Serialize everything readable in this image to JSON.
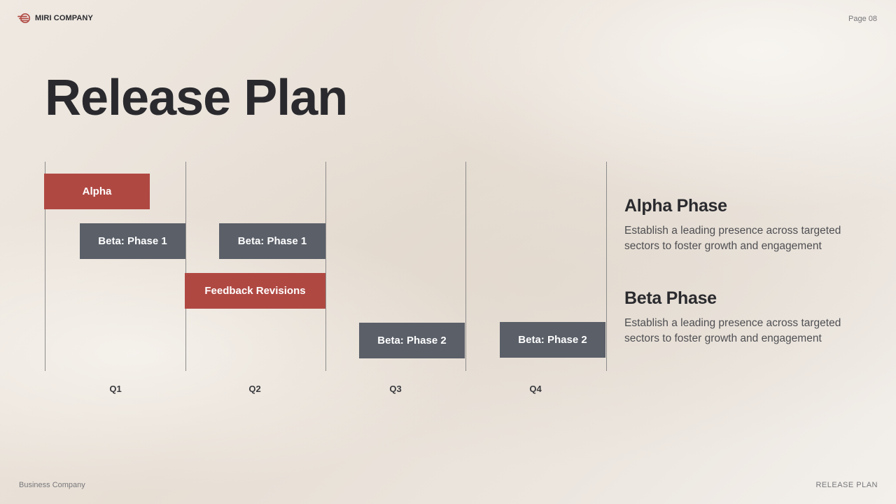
{
  "brand": {
    "name": "MIRI COMPANY",
    "logo_icon": "winged-globe-logo",
    "accent_color": "#b04842"
  },
  "page_number": "Page 08",
  "title": "Release Plan",
  "timeline": {
    "quarters": [
      "Q1",
      "Q2",
      "Q3",
      "Q4"
    ],
    "bars": [
      {
        "label": "Alpha",
        "color": "#b04842"
      },
      {
        "label": "Beta: Phase 1",
        "color": "#5a5f68"
      },
      {
        "label": "Beta: Phase 1",
        "color": "#5a5f68"
      },
      {
        "label": "Feedback Revisions",
        "color": "#b04842"
      },
      {
        "label": "Beta: Phase 2",
        "color": "#5a5f68"
      },
      {
        "label": "Beta: Phase 2",
        "color": "#5a5f68"
      }
    ]
  },
  "phases": [
    {
      "title": "Alpha Phase",
      "description_line1": "Establish a leading presence across targeted",
      "description_line2": "sectors to foster growth and engagement"
    },
    {
      "title": "Beta Phase",
      "description_line1": "Establish a leading presence across targeted",
      "description_line2": "sectors to foster growth and engagement"
    }
  ],
  "footer": {
    "left": "Business Company",
    "right": "RELEASE PLAN"
  }
}
